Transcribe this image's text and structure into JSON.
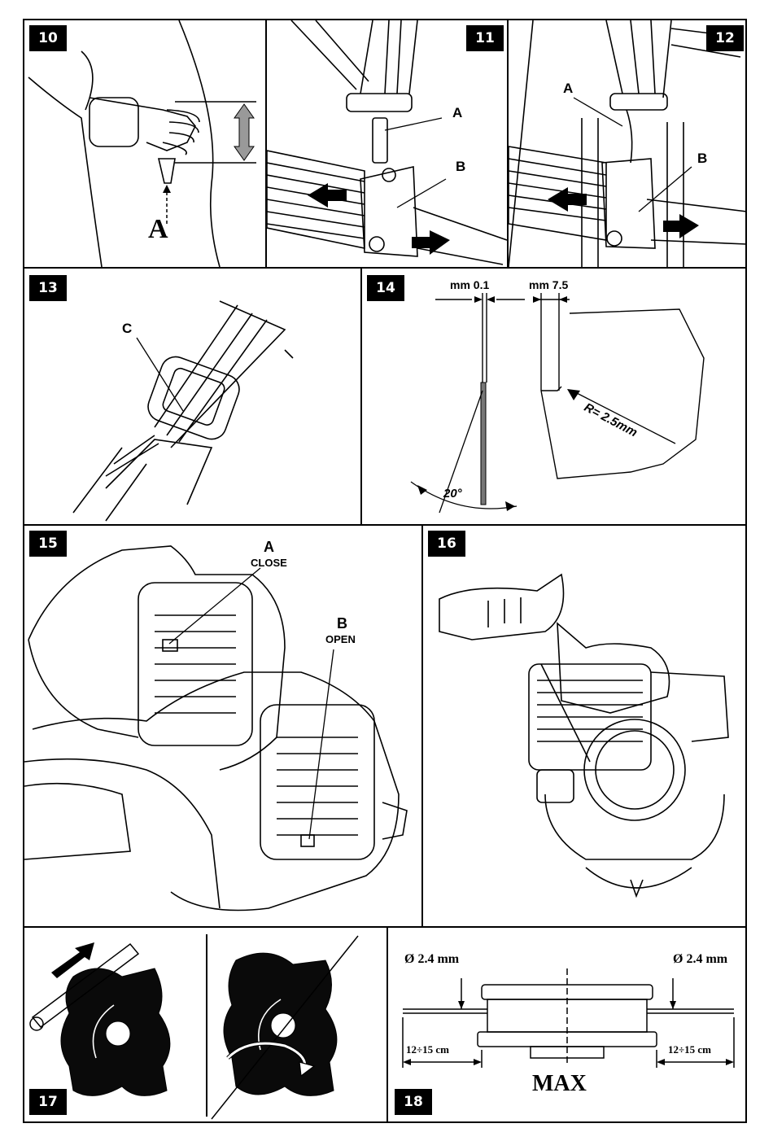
{
  "panels": {
    "p10": {
      "number": "10",
      "label_a": "A"
    },
    "p11": {
      "number": "11",
      "label_a": "A",
      "label_b": "B"
    },
    "p12": {
      "number": "12",
      "label_a": "A",
      "label_b": "B"
    },
    "p13": {
      "number": "13",
      "label_c": "C"
    },
    "p14": {
      "number": "14",
      "dim_gap": "mm 0.1",
      "dim_depth": "mm 7.5",
      "radius": "R= 2.5mm",
      "angle": "20°"
    },
    "p15": {
      "number": "15",
      "label_a": "A",
      "label_close": "CLOSE",
      "label_b": "B",
      "label_open": "OPEN"
    },
    "p16": {
      "number": "16"
    },
    "p17": {
      "number": "17"
    },
    "p18": {
      "number": "18",
      "diam_left": "Ø 2.4 mm",
      "diam_right": "Ø 2.4 mm",
      "len_left": "12÷15 cm",
      "len_right": "12÷15 cm",
      "max": "MAX"
    }
  }
}
